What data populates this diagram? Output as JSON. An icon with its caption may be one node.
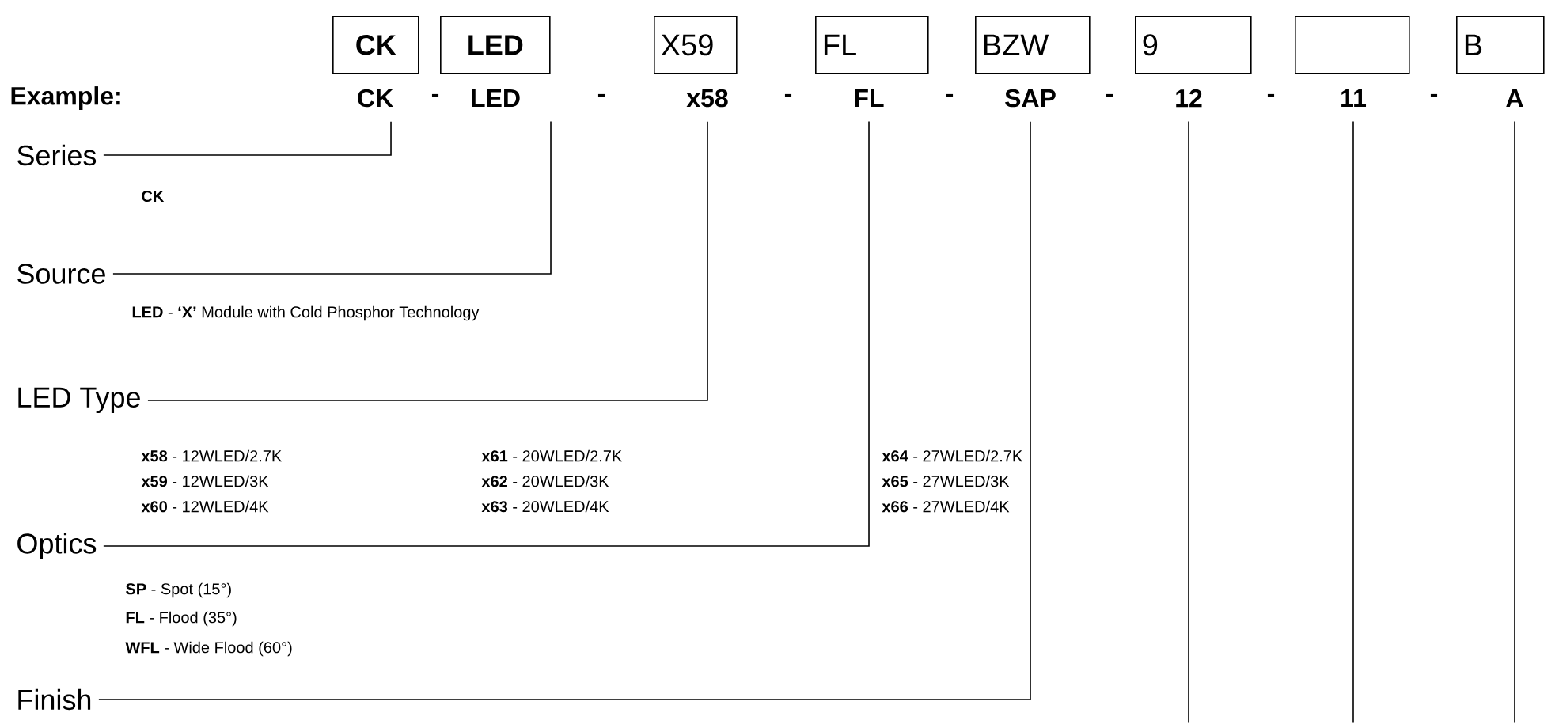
{
  "diagram": {
    "nodes": [
      {
        "text": [
          "CK"
        ]
      },
      {
        "text": [
          "LED"
        ]
      },
      {
        "text": [
          "X59"
        ]
      },
      {
        "text": [
          "FL"
        ]
      },
      {
        "text": [
          "BZW"
        ]
      },
      {
        "text": [
          "9"
        ]
      },
      {
        "text": [],
        "shape": "box"
      },
      {
        "text": [
          "B"
        ]
      },
      {
        "text": [
          "CK"
        ]
      },
      {
        "text": [
          "LED"
        ]
      },
      {
        "text": [
          "x58"
        ]
      },
      {
        "text": [
          "FL"
        ]
      },
      {
        "text": [
          "SAP"
        ]
      },
      {
        "text": [
          "12"
        ]
      },
      {
        "text": [
          "11"
        ]
      },
      {
        "text": [
          "A"
        ]
      },
      {
        "text": [
          "Series"
        ]
      },
      {
        "text": [
          "Source"
        ]
      },
      {
        "text": [
          "LED Type"
        ]
      },
      {
        "text": [
          "Optics"
        ]
      },
      {
        "text": [
          "Finish"
        ]
      }
    ],
    "edges": [
      {
        "from": 8,
        "to": 16,
        "arrow": "none"
      },
      {
        "from": 9,
        "to": 17,
        "arrow": "none"
      },
      {
        "from": 10,
        "to": 18,
        "arrow": "none"
      },
      {
        "from": 11,
        "to": 19,
        "arrow": "none"
      },
      {
        "from": 12,
        "to": 20,
        "arrow": "none"
      },
      {
        "from": 13,
        "to": null,
        "arrow": "none"
      },
      {
        "from": 14,
        "to": null,
        "arrow": "none"
      },
      {
        "from": 15,
        "to": null,
        "arrow": "none"
      }
    ],
    "labels": [
      "Example:",
      "-",
      "-",
      "-",
      "-",
      "-",
      "-",
      "-",
      "CK",
      "**LED** - **‘X’** Module with Cold Phosphor Technology",
      "**x58** - 12WLED/2.7K",
      "**x61** - 20WLED/2.7K",
      "**x64** - 27WLED/2.7K",
      "**x59** - 12WLED/3K",
      "**x62** - 20WLED/3K",
      "**x65** - 27WLED/3K",
      "**x60** - 12WLED/4K",
      "**x63** - 20WLED/4K",
      "**x66** - 27WLED/4K",
      "**SP** - Spot (15°)",
      "**FL** - Flood (35°)",
      "**WFL** - Wide Flood (60°)"
    ]
  }
}
